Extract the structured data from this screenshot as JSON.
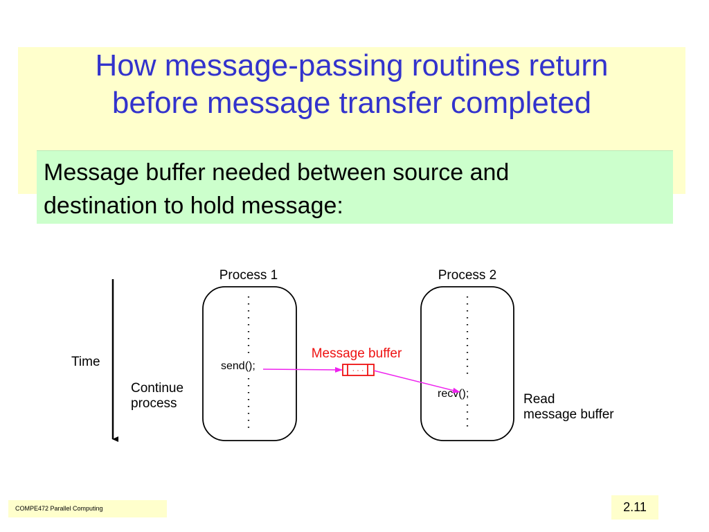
{
  "slide": {
    "title_lines": [
      "How message-passing routines return",
      "before message transfer completed"
    ],
    "bullet_lines": [
      "Message buffer needed between source and",
      "destination to hold message:"
    ]
  },
  "diagram": {
    "time_label": "Time",
    "process1": {
      "label": "Process 1",
      "call": "send();"
    },
    "process2": {
      "label": "Process 2",
      "call": "recv();"
    },
    "buffer": {
      "label": "Message buffer",
      "dots": "· · ·"
    },
    "continue_label": [
      "Continue",
      "process"
    ],
    "read_label": [
      "Read",
      "message buffer"
    ]
  },
  "footer": {
    "course": "COMPE472 Parallel Computing",
    "slide_number": "2.11"
  },
  "colors": {
    "title": "#3333cc",
    "title_panel": "#ffffcc",
    "bullet_box": "#ccffcc",
    "buffer": "#ee1111",
    "arrow": "#ee22ee"
  }
}
